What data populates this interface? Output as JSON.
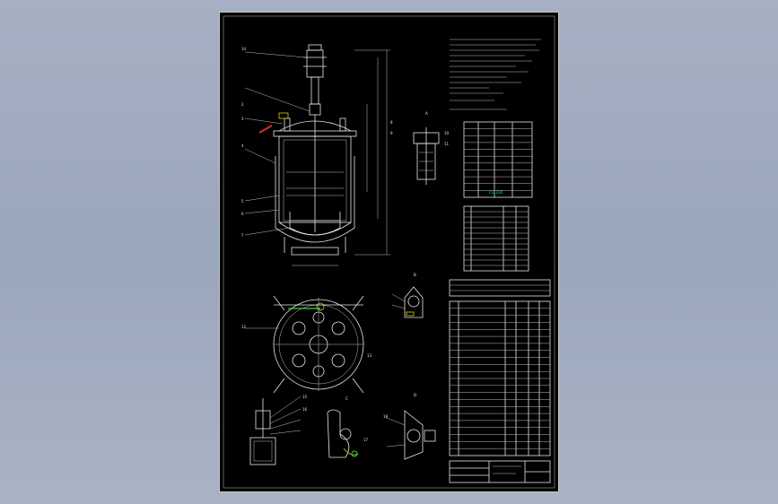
{
  "colors": {
    "background": "#a3aec2",
    "sheet": "#000000",
    "line": "#e8e8e8",
    "highlight_yellow": "#d6d600",
    "highlight_red": "#d23030",
    "highlight_cyan": "#18d4e6",
    "highlight_green": "#3fd23f"
  },
  "drawing": {
    "part_callouts": [
      "14",
      "2",
      "3",
      "4",
      "5",
      "6",
      "7",
      "8",
      "9",
      "10",
      "11",
      "12",
      "13",
      "15",
      "16",
      "17",
      "18"
    ],
    "view_labels": [
      "A",
      "B",
      "C",
      "D"
    ],
    "cyan_note": "CL1234",
    "side_notes": [
      "N1",
      "N2",
      "N3"
    ]
  },
  "tables": {
    "tech_table_rows": 11,
    "nozzle_table_rows": 12,
    "parts_list_rows": 22
  }
}
